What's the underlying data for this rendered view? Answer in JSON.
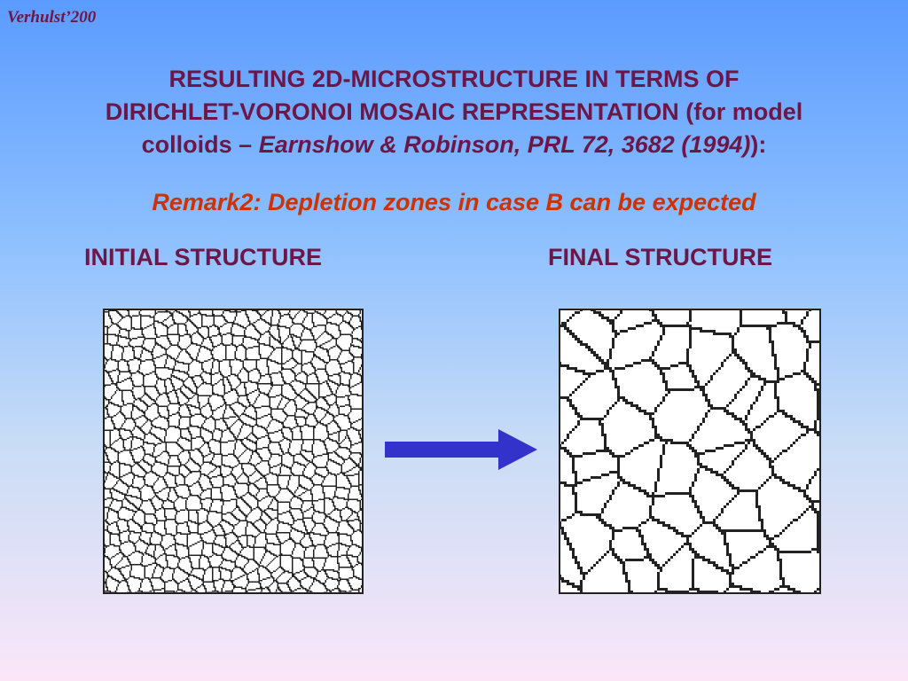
{
  "corner_label": "Verhulst’200",
  "title": {
    "line1": "RESULTING 2D-MICROSTRUCTURE IN TERMS OF",
    "line2": "DIRICHLET-VORONOI MOSAIC REPRESENTATION (for model",
    "line3_prefix": "colloids – ",
    "line3_citation": "Earnshow & Robinson, PRL 72, 3682 (1994)",
    "line3_suffix": "):"
  },
  "remark": "Remark2: Depletion zones in case B can be expected",
  "captions": {
    "initial": "INITIAL STRUCTURE",
    "final": "FINAL STRUCTURE"
  },
  "colors": {
    "title": "#6b1747",
    "remark": "#cc3300",
    "arrow": "#3333cc",
    "cell_edges": "#222222"
  },
  "icons": {
    "arrow": "right-arrow-icon"
  }
}
